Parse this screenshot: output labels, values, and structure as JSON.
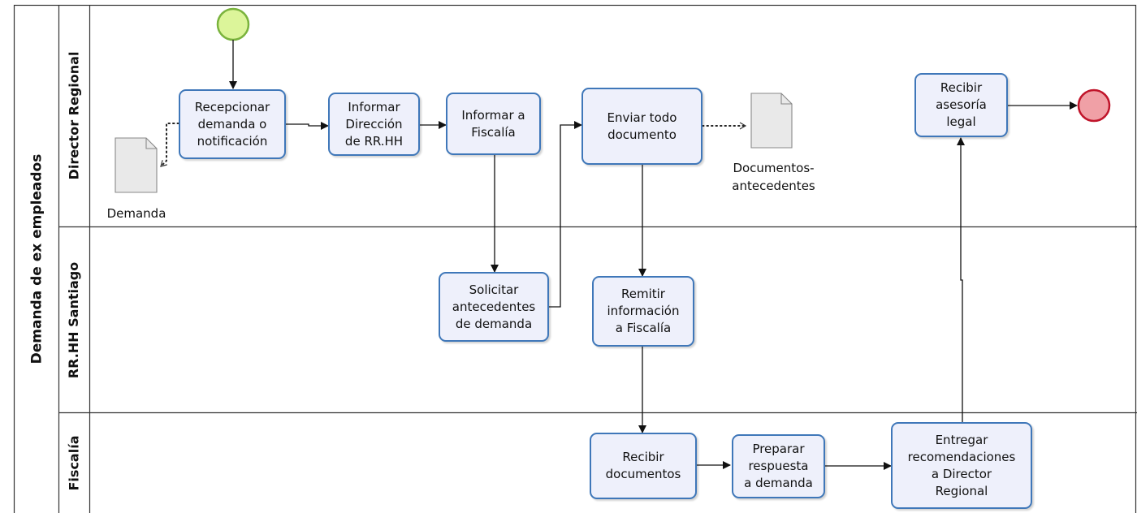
{
  "pool": {
    "title": "Demanda de ex empleados"
  },
  "lanes": [
    {
      "title": "Director Regional"
    },
    {
      "title": "RR.HH Santiago"
    },
    {
      "title": "Fiscalía"
    }
  ],
  "tasks": {
    "recepcionar": "Recepcionar\ndemanda o\nnotificación",
    "informar_rrhh": "Informar\nDirección\nde RR.HH",
    "informar_fiscalia": "Informar a\nFiscalía",
    "enviar": "Enviar todo\ndocumento",
    "recibir_asesoria": "Recibir\nasesoría\nlegal",
    "solicitar": "Solicitar\nantecedentes\nde demanda",
    "remitir": "Remitir\ninformación\na Fiscalía",
    "recibir_docs": "Recibir\ndocumentos",
    "preparar": "Preparar\nrespuesta\na demanda",
    "entregar": "Entregar\nrecomendaciones\na Director\nRegional"
  },
  "documents": {
    "demanda": "Demanda",
    "antecedentes": "Documentos-\nantecedentes"
  },
  "colors": {
    "task_fill": "#eef0fb",
    "task_border": "#3f77b9",
    "start_fill": "#dcf59a",
    "start_stroke": "#7ab33d",
    "end_fill": "#f0a0a6",
    "end_stroke": "#c0142a"
  }
}
